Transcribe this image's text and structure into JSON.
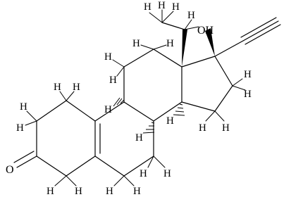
{
  "labels": {
    "hydrogen": "H",
    "oxygen": "O",
    "oh": "OH"
  }
}
